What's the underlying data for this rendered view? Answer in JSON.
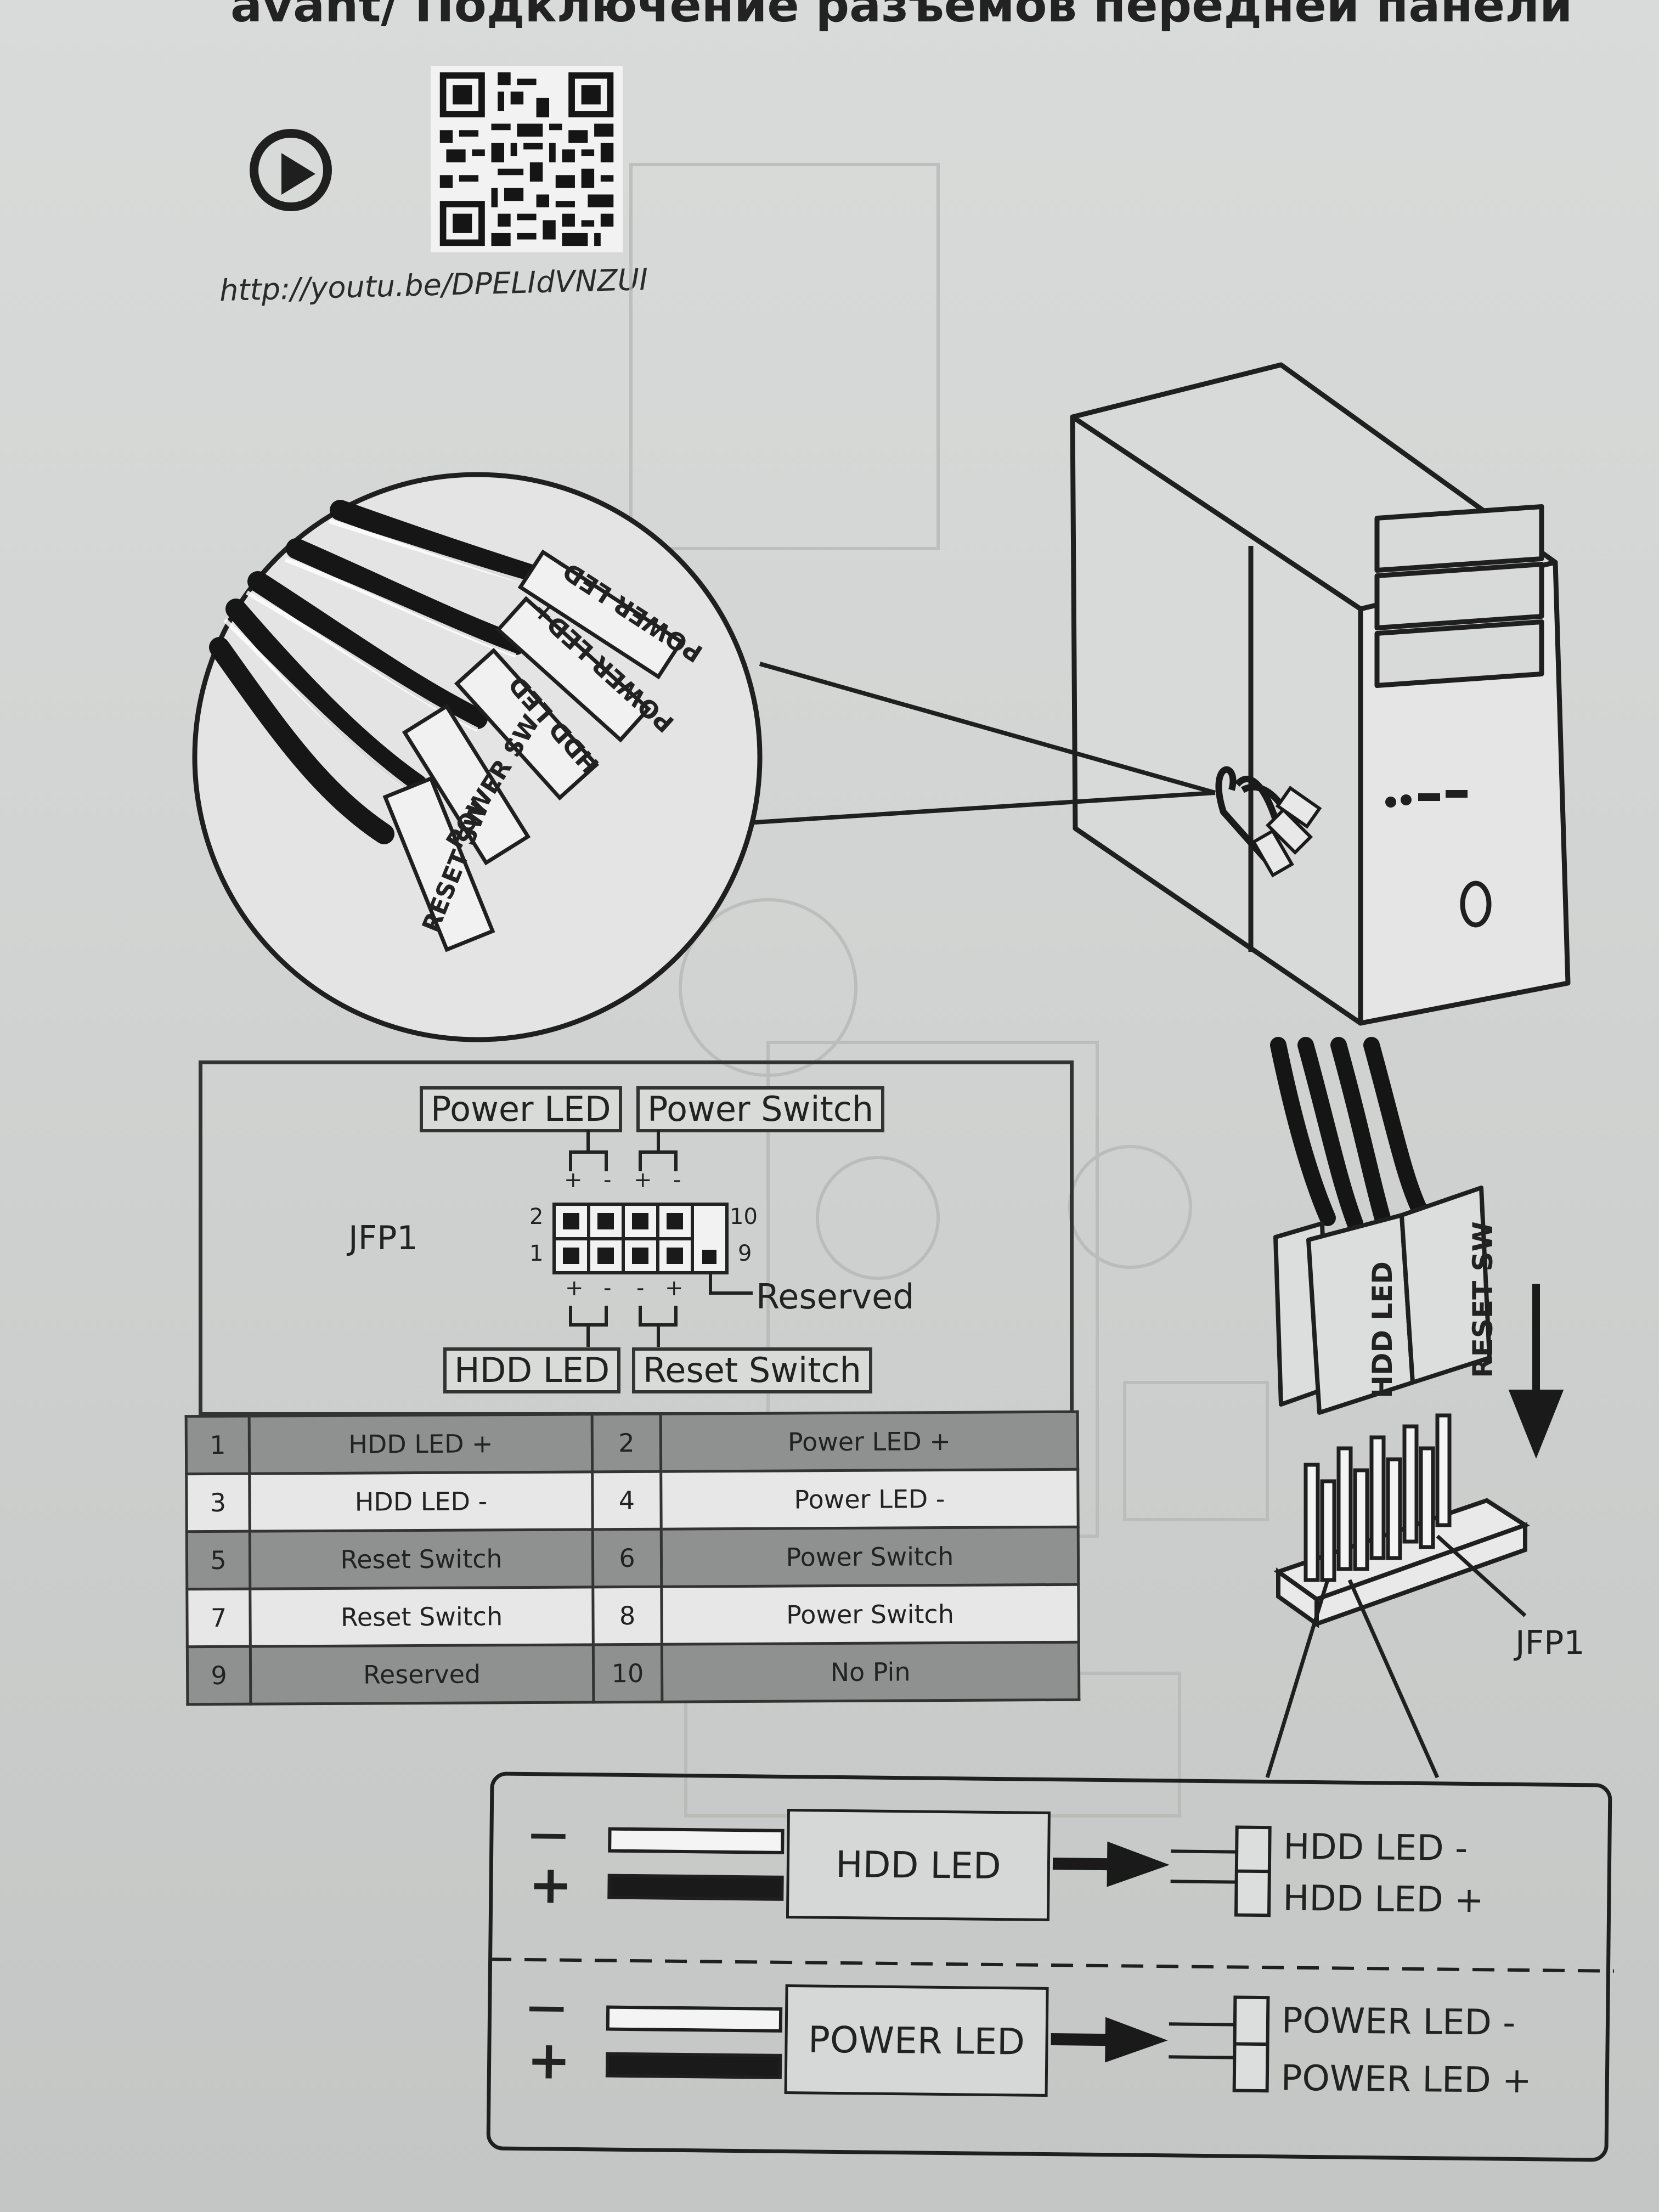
{
  "header": {
    "title": "avant/ Подключение разъемов передней панели",
    "url": "http://youtu.be/DPELIdVNZUI"
  },
  "icons": {
    "play": "play-icon",
    "qr": "qr-code"
  },
  "case_cables": [
    "POWER LED-",
    "POWER LED+",
    "HDD LED",
    "POWER SW",
    "RESET SW"
  ],
  "header_connector": {
    "labels": [
      "HDD LED",
      "RESET SW"
    ],
    "jfp": "JFP1"
  },
  "jfp_diagram": {
    "name": "JFP1",
    "top_labels": [
      "Power LED",
      "Power Switch"
    ],
    "bottom_labels": [
      "HDD LED",
      "Reset Switch"
    ],
    "reserved": "Reserved",
    "pin_numbers": {
      "top_left": "2",
      "bottom_left": "1",
      "top_right": "10",
      "bottom_right": "9"
    },
    "signs": {
      "plus": "+",
      "minus": "-"
    }
  },
  "pin_table": [
    {
      "n1": "1",
      "v1": "HDD LED +",
      "n2": "2",
      "v2": "Power LED +"
    },
    {
      "n1": "3",
      "v1": "HDD LED -",
      "n2": "4",
      "v2": "Power LED -"
    },
    {
      "n1": "5",
      "v1": "Reset Switch",
      "n2": "6",
      "v2": "Power Switch"
    },
    {
      "n1": "7",
      "v1": "Reset Switch",
      "n2": "8",
      "v2": "Power Switch"
    },
    {
      "n1": "9",
      "v1": "Reserved",
      "n2": "10",
      "v2": "No Pin"
    }
  ],
  "wiring": {
    "hdd": {
      "label": "HDD LED",
      "minus": "HDD LED -",
      "plus": "HDD LED +"
    },
    "power": {
      "label": "POWER LED",
      "minus": "POWER LED -",
      "plus": "POWER LED +"
    },
    "sign_minus": "—",
    "sign_plus": "+"
  }
}
